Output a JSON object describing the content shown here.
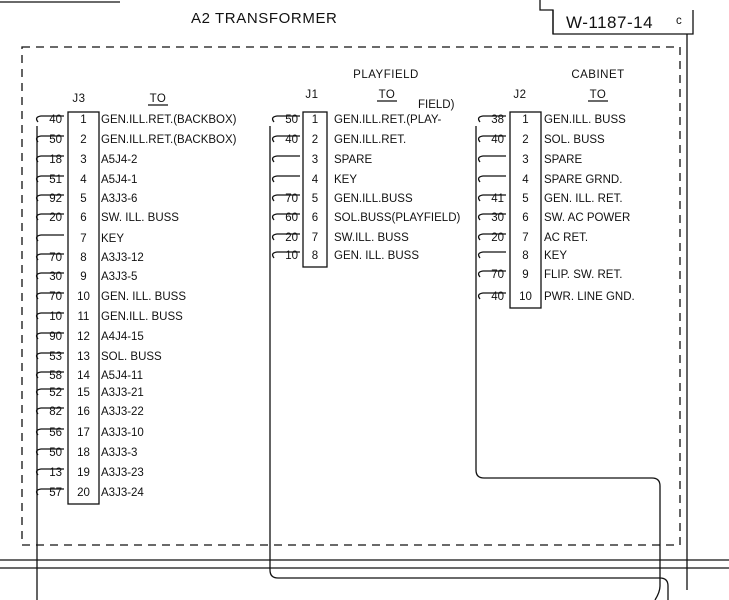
{
  "title": "A2   TRANSFORMER",
  "doc_number": "W-1187-14",
  "doc_rev": "c",
  "connectors": [
    {
      "id": "J3",
      "section": "",
      "to_header": "TO",
      "pins": [
        {
          "pin": "1",
          "wire": "40",
          "to": "GEN.ILL.RET.(BACKBOX)"
        },
        {
          "pin": "2",
          "wire": "50",
          "to": "GEN.ILL.RET.(BACKBOX)"
        },
        {
          "pin": "3",
          "wire": "18",
          "to": "A5J4-2"
        },
        {
          "pin": "4",
          "wire": "51",
          "to": "A5J4-1"
        },
        {
          "pin": "5",
          "wire": "92",
          "to": "A3J3-6"
        },
        {
          "pin": "6",
          "wire": "20",
          "to": "SW. ILL. BUSS"
        },
        {
          "pin": "7",
          "wire": "",
          "to": "KEY"
        },
        {
          "pin": "8",
          "wire": "70",
          "to": "A3J3-12"
        },
        {
          "pin": "9",
          "wire": "30",
          "to": "A3J3-5"
        },
        {
          "pin": "10",
          "wire": "70",
          "to": "GEN. ILL. BUSS"
        },
        {
          "pin": "11",
          "wire": "10",
          "to": "GEN.ILL. BUSS"
        },
        {
          "pin": "12",
          "wire": "90",
          "to": "A4J4-15"
        },
        {
          "pin": "13",
          "wire": "53",
          "to": "SOL. BUSS"
        },
        {
          "pin": "14",
          "wire": "58",
          "to": "A5J4-11"
        },
        {
          "pin": "15",
          "wire": "52",
          "to": "A3J3-21"
        },
        {
          "pin": "16",
          "wire": "82",
          "to": "A3J3-22"
        },
        {
          "pin": "17",
          "wire": "56",
          "to": "A3J3-10"
        },
        {
          "pin": "18",
          "wire": "50",
          "to": "A3J3-3"
        },
        {
          "pin": "19",
          "wire": "13",
          "to": "A3J3-23"
        },
        {
          "pin": "20",
          "wire": "57",
          "to": "A3J3-24"
        }
      ]
    },
    {
      "id": "J1",
      "section": "PLAYFIELD",
      "to_header": "TO",
      "pins": [
        {
          "pin": "1",
          "wire": "50",
          "to": "GEN.ILL.RET.(PLAY-"
        },
        {
          "pin": "2",
          "wire": "40",
          "to": "GEN.ILL.RET."
        },
        {
          "pin": "3",
          "wire": "",
          "to": "SPARE"
        },
        {
          "pin": "4",
          "wire": "",
          "to": "KEY"
        },
        {
          "pin": "5",
          "wire": "70",
          "to": "GEN.ILL.BUSS"
        },
        {
          "pin": "6",
          "wire": "60",
          "to": "SOL.BUSS(PLAYFIELD)"
        },
        {
          "pin": "7",
          "wire": "20",
          "to": "SW.ILL. BUSS"
        },
        {
          "pin": "8",
          "wire": "10",
          "to": "GEN. ILL. BUSS"
        }
      ],
      "continuation": "FIELD)"
    },
    {
      "id": "J2",
      "section": "CABINET",
      "to_header": "TO",
      "pins": [
        {
          "pin": "1",
          "wire": "38",
          "to": "GEN.ILL. BUSS"
        },
        {
          "pin": "2",
          "wire": "40",
          "to": "SOL. BUSS"
        },
        {
          "pin": "3",
          "wire": "",
          "to": "SPARE"
        },
        {
          "pin": "4",
          "wire": "",
          "to": "SPARE GRND."
        },
        {
          "pin": "5",
          "wire": "41",
          "to": "GEN. ILL. RET."
        },
        {
          "pin": "6",
          "wire": "30",
          "to": "SW. AC POWER"
        },
        {
          "pin": "7",
          "wire": "20",
          "to": "AC RET."
        },
        {
          "pin": "8",
          "wire": "",
          "to": "KEY"
        },
        {
          "pin": "9",
          "wire": "70",
          "to": "FLIP. SW. RET."
        },
        {
          "pin": "10",
          "wire": "40",
          "to": "PWR. LINE GND."
        }
      ]
    }
  ]
}
